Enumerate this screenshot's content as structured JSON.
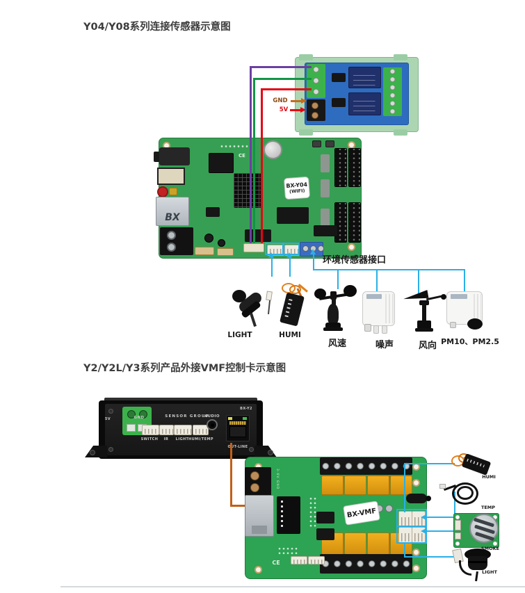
{
  "section1": {
    "title": "Y04/Y08系列连接传感器示意图",
    "relay_module": {
      "gnd_label": "GND",
      "power_label": "5V"
    },
    "controller_card": {
      "model": "BX-Y04",
      "mode": "(WIFI)",
      "eth_logo": "BX",
      "ce_mark": "CE"
    },
    "sensor_port_label": "环境传感器接口",
    "sensors": [
      {
        "label": "LIGHT"
      },
      {
        "label": "HUMI"
      },
      {
        "label": "风速"
      },
      {
        "label": "噪声"
      },
      {
        "label": "风向"
      },
      {
        "label": "PM10、PM2.5"
      }
    ]
  },
  "section2": {
    "title": "Y2/Y2L/Y3系列产品外接VMF控制卡示意图",
    "controller_box": {
      "model": "BX-Y2",
      "power_label": "5V",
      "gnd_label": "GND",
      "sensor_group_label": "SENSOR GROUP",
      "audio_label": "AUDIO",
      "port_labels": [
        "SWITCH",
        "IR",
        "LIGHT",
        "HUMI/TEMP"
      ],
      "out_label": "OUT-LINE"
    },
    "vmf_card": {
      "model": "BX-VMF",
      "power_label": "3-6V GND",
      "ce_mark": "CE"
    },
    "sensors": [
      {
        "label": "HUMI"
      },
      {
        "label": "TEMP"
      },
      {
        "label": "SMOKE"
      },
      {
        "label": "LIGHT"
      }
    ]
  },
  "colors": {
    "cyan_line": "#29b0e5",
    "purple_wire": "#6b3fa0",
    "green_wire": "#139347",
    "red_wire": "#e30613",
    "orange_wire": "#c06018",
    "gnd_label_color": "#8a4a14"
  }
}
